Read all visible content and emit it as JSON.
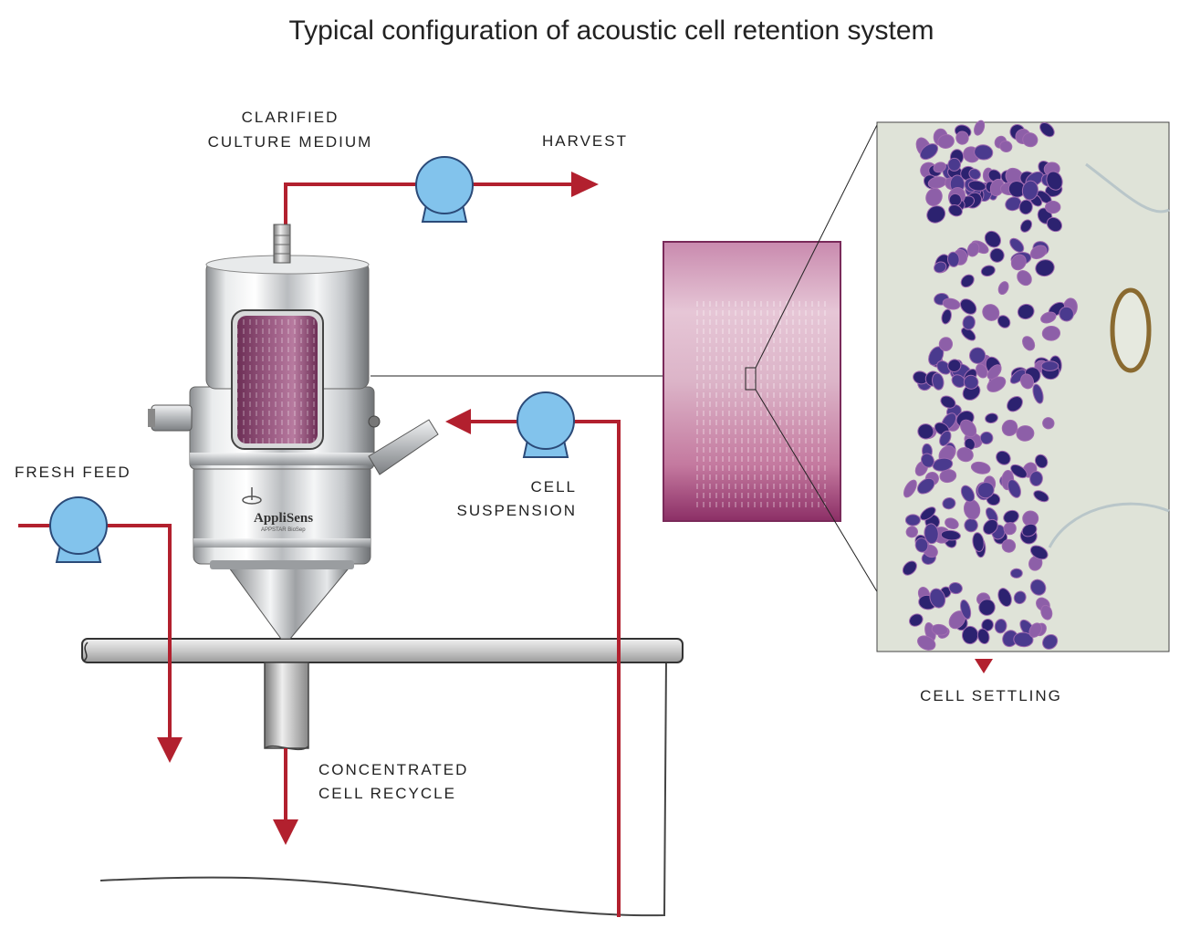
{
  "title": "Typical configuration of acoustic cell retention system",
  "labels": {
    "clarified_line1": "CLARIFIED",
    "clarified_line2": "CULTURE MEDIUM",
    "harvest": "HARVEST",
    "fresh_feed": "FRESH FEED",
    "cell_suspension_line1": "CELL",
    "cell_suspension_line2": "SUSPENSION",
    "concentrated_line1": "CONCENTRATED",
    "concentrated_line2": "CELL RECYCLE",
    "cell_settling": "CELL SETTLING"
  },
  "device": {
    "brand": "AppliSens",
    "model": "APPSTAR BioSep"
  },
  "colors": {
    "pipe": "#b2202e",
    "pump": "#82c3ec",
    "pump_outline": "#2b4a78",
    "chamber": "#8a3d6c",
    "sample": "#c985a8",
    "micrograph_bg": "#dfe3d8",
    "cells": "#3a2a7a"
  },
  "icons": [
    "pump-icon",
    "arrow-icon",
    "bioreactor-icon",
    "acoustic-separator-icon",
    "micrograph-image"
  ]
}
